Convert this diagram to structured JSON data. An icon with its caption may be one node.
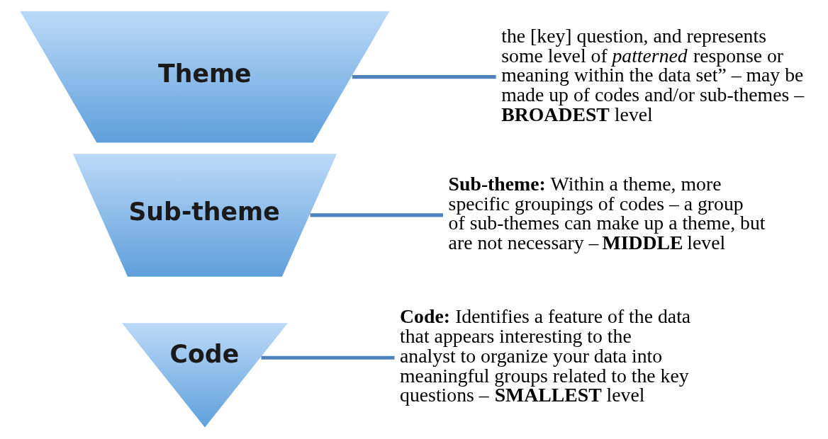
{
  "diagram": {
    "nodes": [
      {
        "text": [
          "Theme"
        ]
      },
      {
        "text": [
          "Sub-theme"
        ]
      },
      {
        "text": [
          "Code"
        ]
      },
      {
        "text": [
          "the [key] question, and represents some level of *patterned* response or meaning within the data set” – may be made up of codes and/or sub-themes – **BROADEST** level"
        ]
      },
      {
        "text": [
          "**Sub-theme:** Within a theme, more specific groupings of codes – a group of sub-themes can make up a theme, but are not necessary – **MIDDLE** level"
        ]
      },
      {
        "text": [
          "**Code:** Identifies a feature of the data that appears interesting to the analyst to organize your data into meaningful groups related to the key questions – **SMALLEST** level"
        ]
      }
    ],
    "edges": [
      {
        "from": 0,
        "to": 3,
        "arrow": "none"
      },
      {
        "from": 1,
        "to": 4,
        "arrow": "none"
      },
      {
        "from": 2,
        "to": 5,
        "arrow": "none"
      }
    ]
  }
}
